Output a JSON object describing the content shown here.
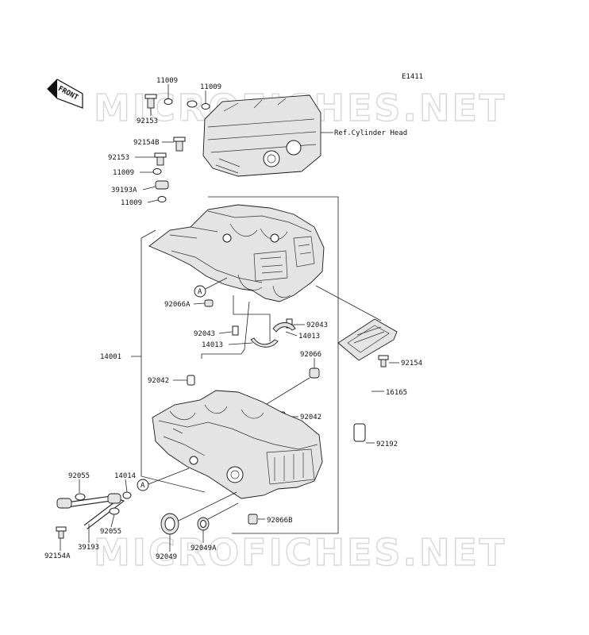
{
  "diagram": {
    "code": "E1411",
    "front_label": "FRONT",
    "ref_label": "Ref.Cylinder Head",
    "callout": "A",
    "watermark": "MICROFICHES.NET",
    "colors": {
      "line": "#222222",
      "part_fill": "#e4e4e4",
      "watermark": "#d7d7d7"
    },
    "parts": {
      "p11009_top1": "11009",
      "p11009_top2": "11009",
      "p92153_top": "92153",
      "p92154B": "92154B",
      "p92153_mid": "92153",
      "p11009_mid": "11009",
      "p39193A": "39193A",
      "p11009_low": "11009",
      "p92066A": "92066A",
      "p92043_l": "92043",
      "p14013_l": "14013",
      "p92043_r": "92043",
      "p14013_r": "14013",
      "p14001": "14001",
      "p92154": "92154",
      "p92066": "92066",
      "p16165": "16165",
      "p92042_l": "92042",
      "p92042_r": "92042",
      "p92192": "92192",
      "p92055_l": "92055",
      "p14014": "14014",
      "p92055_r": "92055",
      "p39193": "39193",
      "p92154A": "92154A",
      "p92049": "92049",
      "p92049A": "92049A",
      "p92066B": "92066B"
    }
  }
}
